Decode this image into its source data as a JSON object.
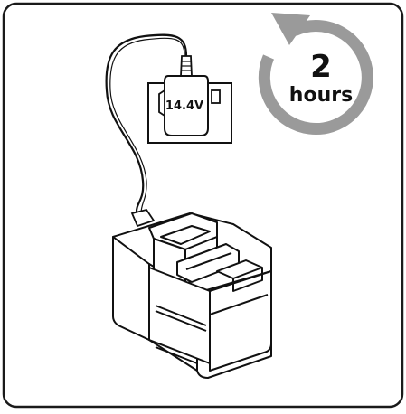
{
  "illustration": {
    "adapter_voltage_label": "14.4V",
    "timer": {
      "number": "2",
      "unit": "hours",
      "arrow_color": "#9a9a9a"
    },
    "frame_color": "#1a1a1a",
    "line_color": "#111111"
  }
}
